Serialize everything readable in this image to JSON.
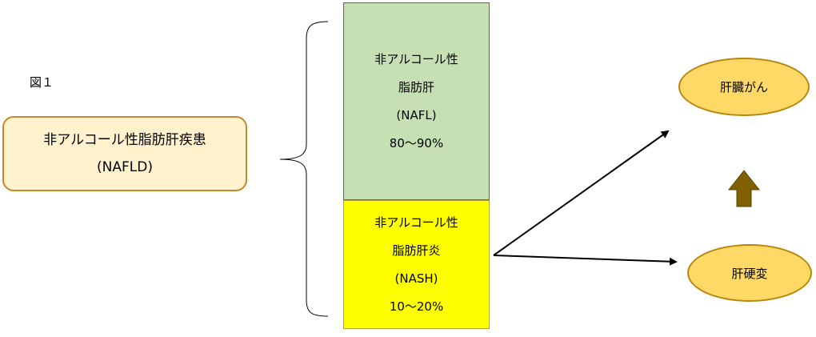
{
  "figure_label": "図１",
  "nafld": {
    "line1": "非アルコール性脂肪肝疾患",
    "line2": "(NAFLD)"
  },
  "nafl": {
    "line1": "非アルコール性",
    "line2": "脂肪肝",
    "line3": "(NAFL)",
    "percent": "80〜90%"
  },
  "nash": {
    "line1": "非アルコール性",
    "line2": "脂肪肝炎",
    "line3": "(NASH)",
    "percent": "10〜20%"
  },
  "liver_cancer": "肝臓がん",
  "cirrhosis": "肝硬変",
  "colors": {
    "nafld_fill": "#fff2cc",
    "nafl_fill": "#c6e0b4",
    "nash_fill": "#ffff00",
    "ellipse_fill": "#ffd966",
    "up_arrow": "#7f6000"
  }
}
